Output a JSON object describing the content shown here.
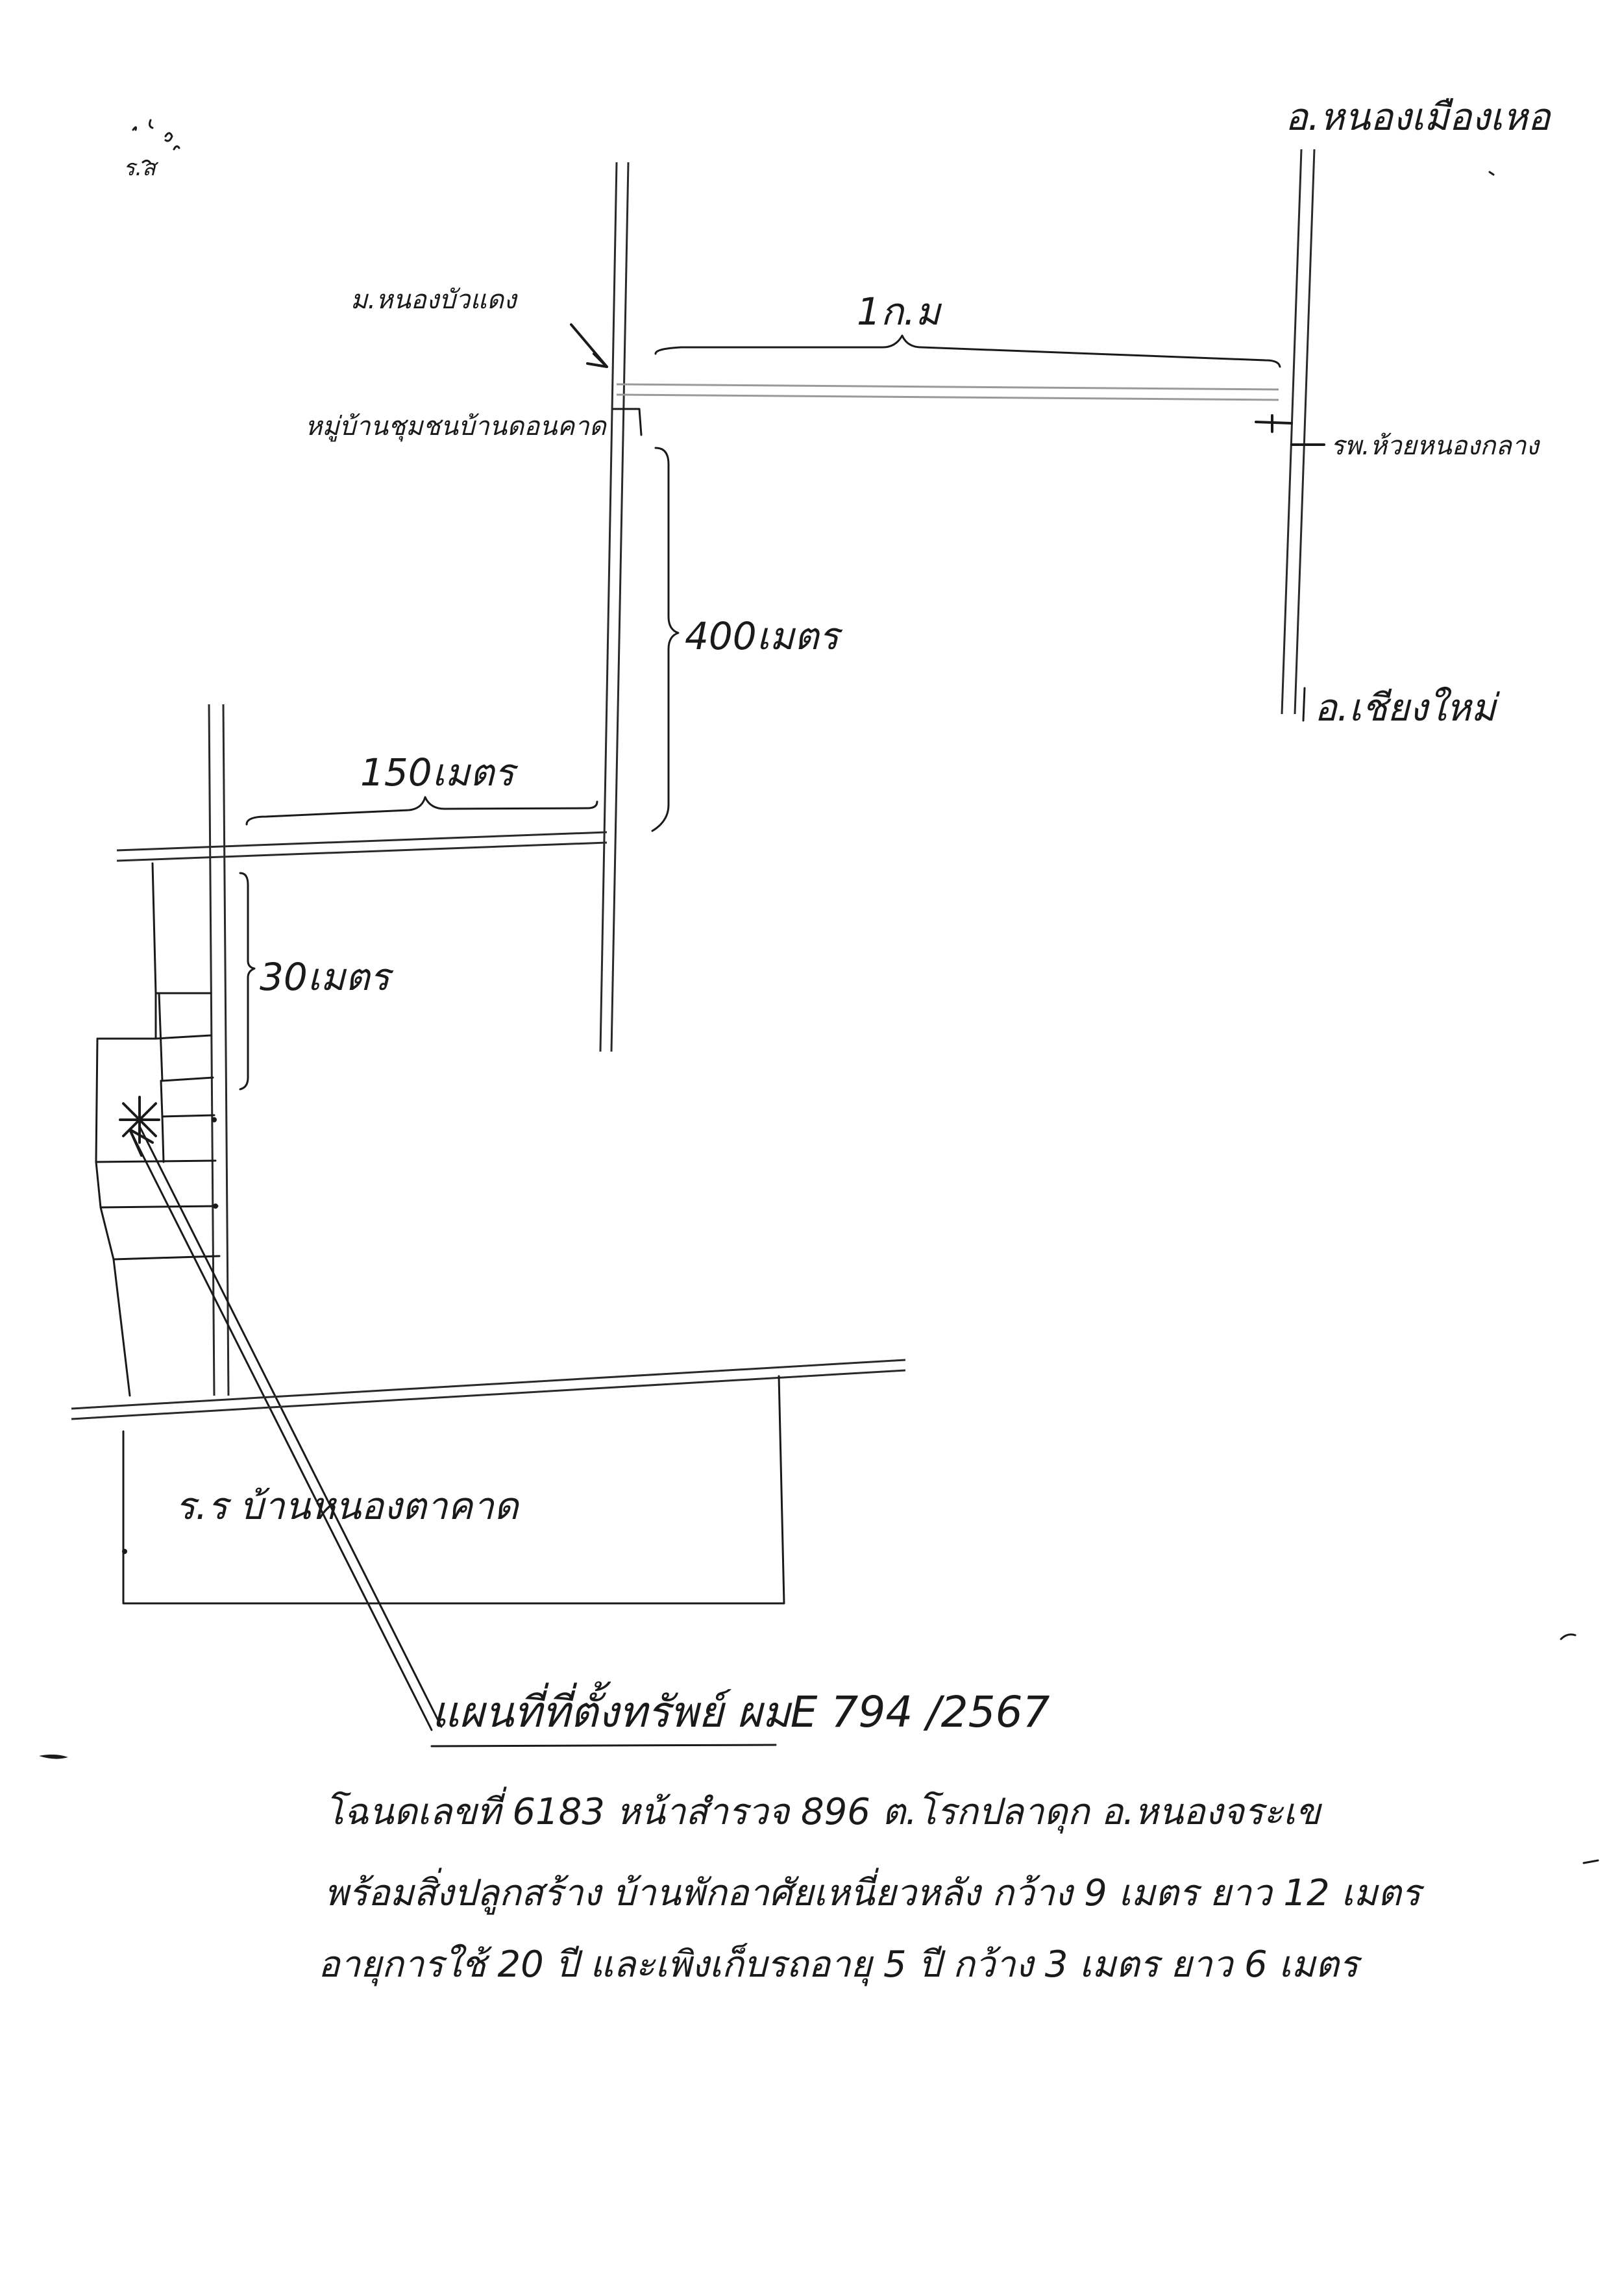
{
  "labels": {
    "top_right": "อ.หนองเมืองเหอ",
    "bottom_right": "อ.เชียงใหม่",
    "top_left_marker": "ม.หนองบัวแดง",
    "left_branch": "หมู่บ้านชุมชนบ้านดอนคาด",
    "right_branch": "รพ.ห้วยหนองกลาง",
    "dist_top": "1ก.ม",
    "dist_400": "400เมตร",
    "dist_150": "150เมตร",
    "dist_30": "30เมตร",
    "bottom_plot": "ร.ร บ้านหนองตาคาด",
    "corner_mark": "ร.ส"
  },
  "notes": {
    "title": "แผนที่ที่ตั้งทรัพย์ ผมE 794 /2567",
    "line1": "โฉนดเลขที่ 6183 หน้าสำรวจ 896 ต.โรกปลาดุก อ.หนองจระเข",
    "line2": "พร้อมสิ่งปลูกสร้าง บ้านพักอาศัยเหนี่ยวหลัง กว้าง 9 เมตร ยาว 12 เมตร",
    "line3": "อายุการใช้ 20 ปี และเพิงเก็บรถอายุ 5 ปี กว้าง 3 เมตร ยาว 6 เมตร"
  }
}
